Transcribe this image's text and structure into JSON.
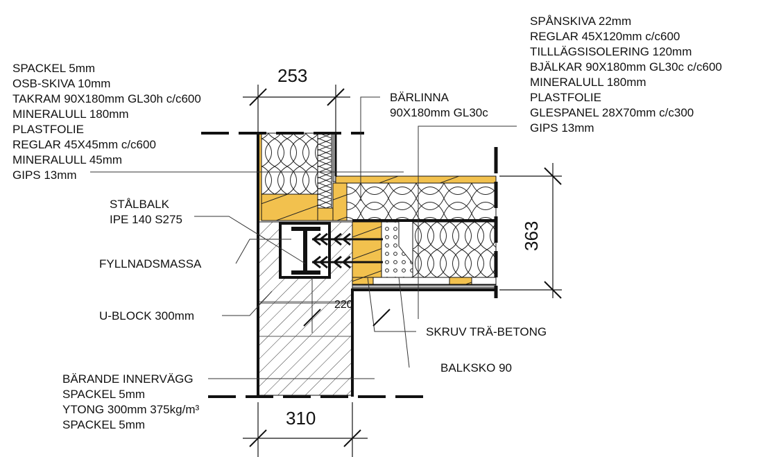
{
  "labels": {
    "wall": [
      "SPACKEL 5mm",
      "OSB-SKIVA 10mm",
      "TAKRAM 90X180mm GL30h c/c600",
      "MINERALULL 180mm",
      "PLASTFOLIE",
      "REGLAR 45X45mm c/c600",
      "MINERALULL 45mm",
      "GIPS 13mm"
    ],
    "floor": [
      "SPÅNSKIVA 22mm",
      "REGLAR 45X120mm c/c600",
      "TILLLÄGSISOLERING 120mm",
      "BJÄLKAR 90X180mm GL30c c/c600",
      "MINERALULL 180mm",
      "PLASTFOLIE",
      "GLESPANEL 28X70mm c/c300",
      "GIPS 13mm"
    ],
    "barlinna": [
      "BÄRLINNA",
      "90X180mm GL30c"
    ],
    "stalbalk": [
      "STÅLBALK",
      "IPE 140 S275"
    ],
    "fyllnad": "FYLLNADSMASSA",
    "ublock": "U-BLOCK 300mm",
    "skruv": "SKRUV TRÄ-BETONG",
    "balksko": "BALKSKO 90",
    "innervagg": [
      "BÄRANDE INNERVÄGG",
      "SPACKEL 5mm",
      "YTONG 300mm 375kg/m³",
      "SPACKEL 5mm"
    ]
  },
  "dimensions": {
    "top": "253",
    "bottom": "310",
    "right": "363",
    "inner": "220"
  },
  "colors": {
    "timber": "#f2c14e",
    "gips": "#bdbdbd",
    "line": "#111111"
  }
}
